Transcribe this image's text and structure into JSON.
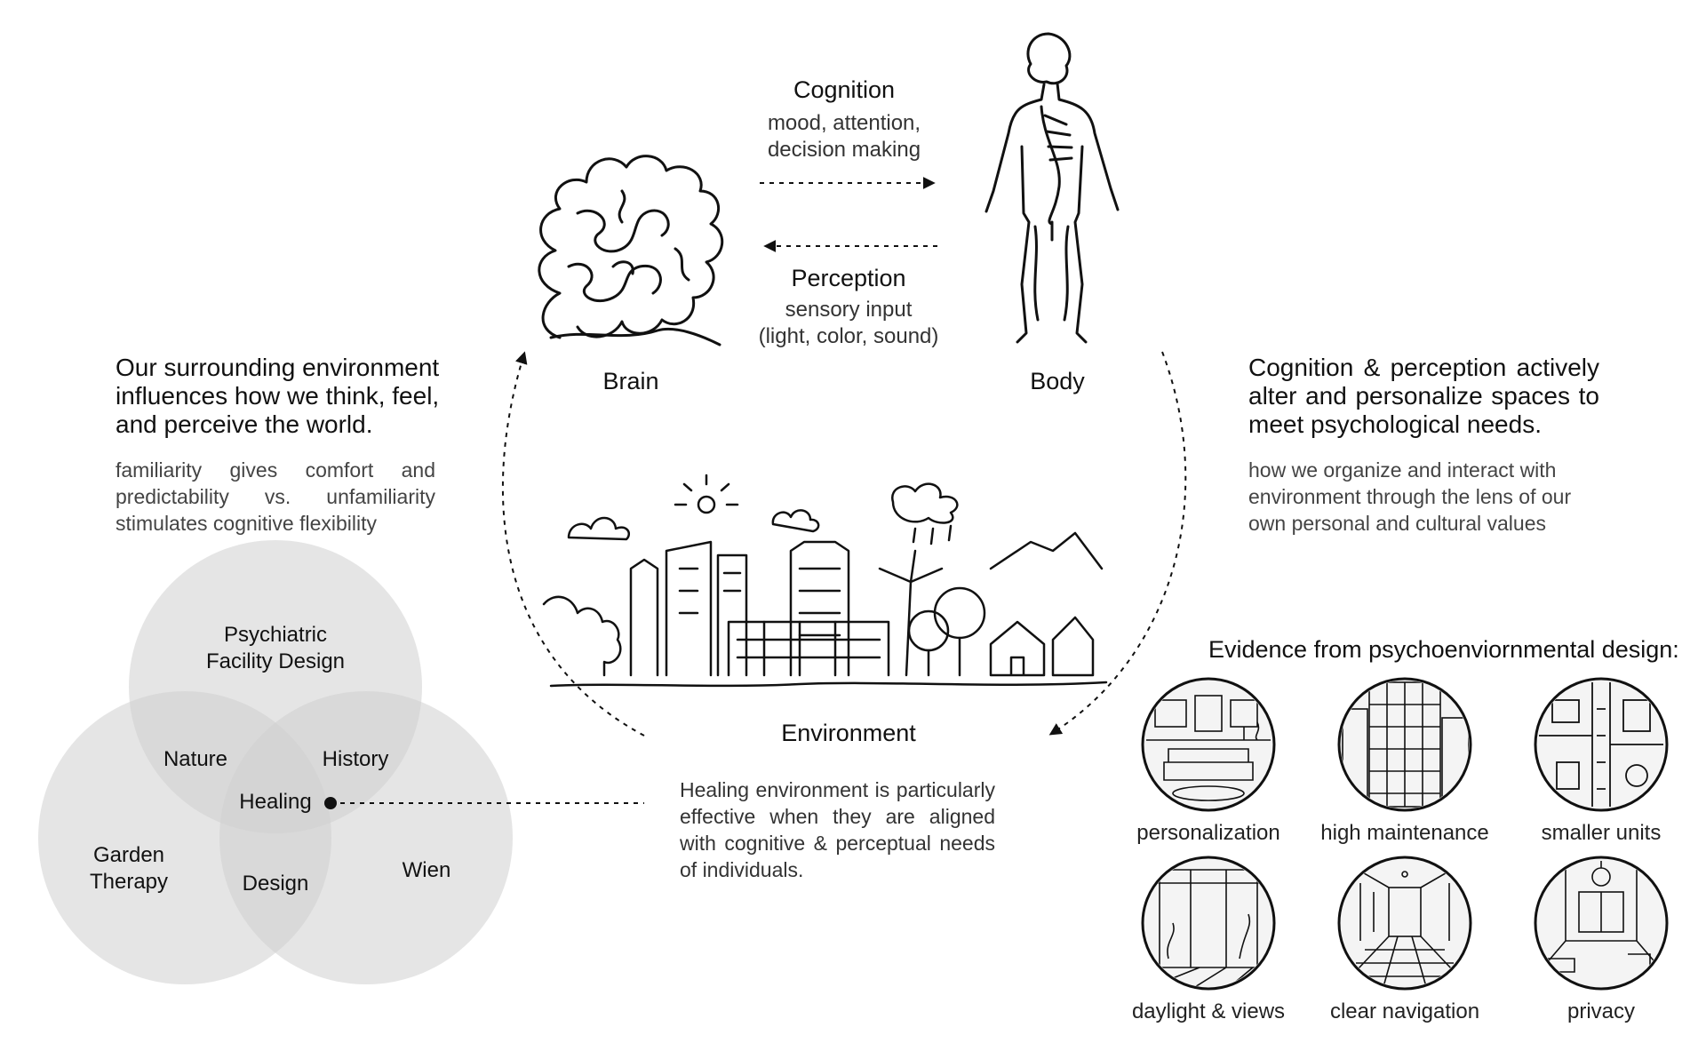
{
  "top": {
    "cognition": {
      "title": "Cognition",
      "line1": "mood, attention,",
      "line2": "decision making"
    },
    "perception": {
      "title": "Perception",
      "line1": "sensory input",
      "line2": "(light, color, sound)"
    },
    "brain_label": "Brain",
    "body_label": "Body",
    "environment_label": "Environment"
  },
  "left": {
    "heading": "Our surrounding environment influences how we think, feel, and perceive the world.",
    "body": "familiarity gives comfort and predictability vs. unfamiliarity stimulates cognitive flexibility"
  },
  "right": {
    "heading": "Cognition & perception actively alter and personalize spaces to meet psychological needs.",
    "body": "how we organize and interact with environment through the lens of our own personal and cultural values"
  },
  "venn": {
    "top_line1": "Psychiatric",
    "top_line2": "Facility Design",
    "left_line1": "Garden",
    "left_line2": "Therapy",
    "right": "Wien",
    "overlap_top_left": "Nature",
    "overlap_top_right": "History",
    "overlap_bottom": "Design",
    "center": "Healing"
  },
  "healing_note": "Healing environment is particularly effective when they are aligned with cognitive & perceptual needs of individuals.",
  "evidence": {
    "title": "Evidence from psychoenviornmental design:",
    "items": [
      {
        "label": "personalization",
        "icon": "living-room-icon"
      },
      {
        "label": "high maintenance",
        "icon": "apartment-facade-icon"
      },
      {
        "label": "smaller units",
        "icon": "floor-plan-icon"
      },
      {
        "label": "daylight & views",
        "icon": "window-view-icon"
      },
      {
        "label": "clear navigation",
        "icon": "corridor-icon"
      },
      {
        "label": "privacy",
        "icon": "private-room-icon"
      }
    ]
  }
}
